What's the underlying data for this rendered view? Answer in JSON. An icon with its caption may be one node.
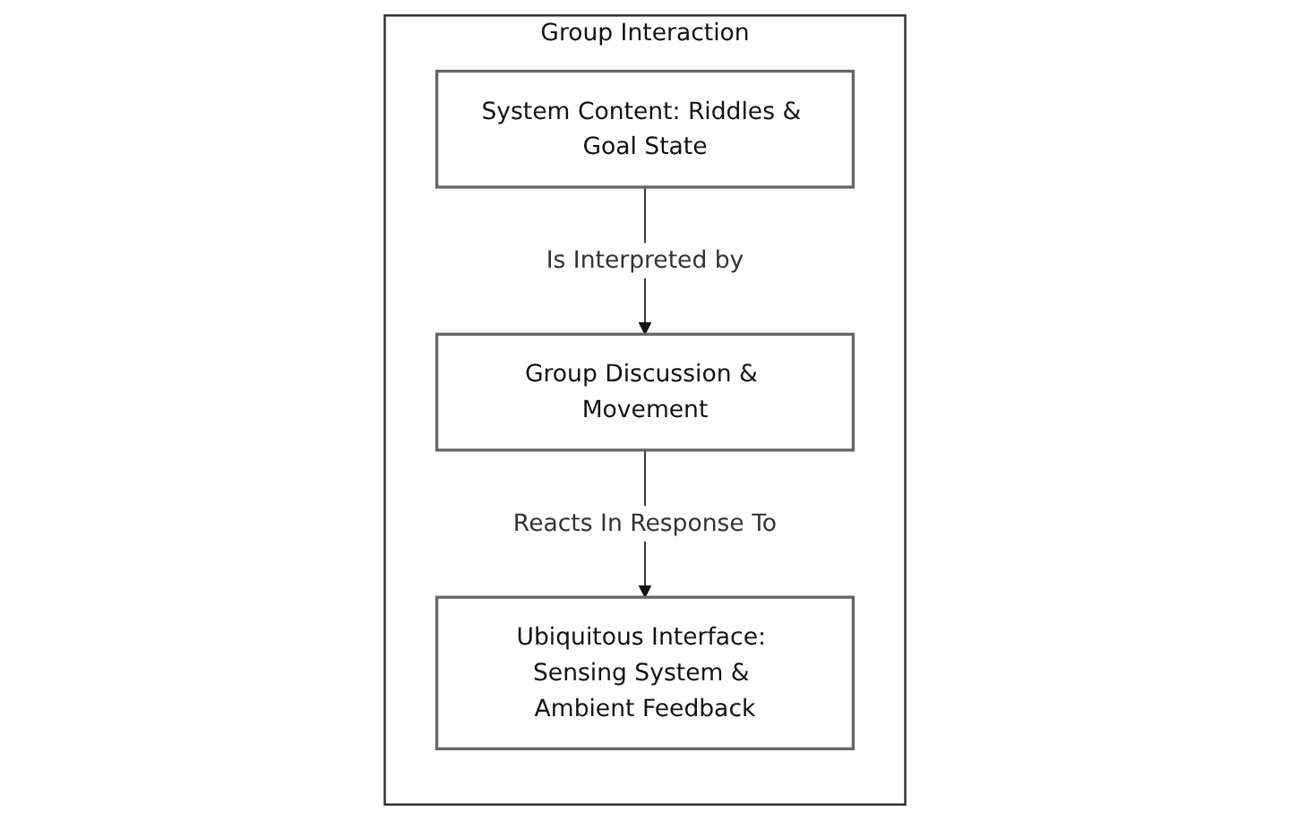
{
  "diagram": {
    "nodes": [
      {
        "text": [
          "Group Interaction"
        ]
      },
      {
        "text": [
          "System Content: Riddles & Goal State"
        ],
        "in": 0
      },
      {
        "text": [
          "Ubiquitous Interface: Sensing System & Ambient Feedback"
        ],
        "in": 0
      },
      {
        "text": [
          "Group Discussion & Movement"
        ],
        "in": 0
      }
    ],
    "edges": [
      {
        "from": 1,
        "to": 3,
        "arrow": "to",
        "label": "Is Interpreted by"
      },
      {
        "from": 3,
        "to": 2,
        "arrow": "to",
        "label": "Reacts In Response To"
      }
    ]
  }
}
